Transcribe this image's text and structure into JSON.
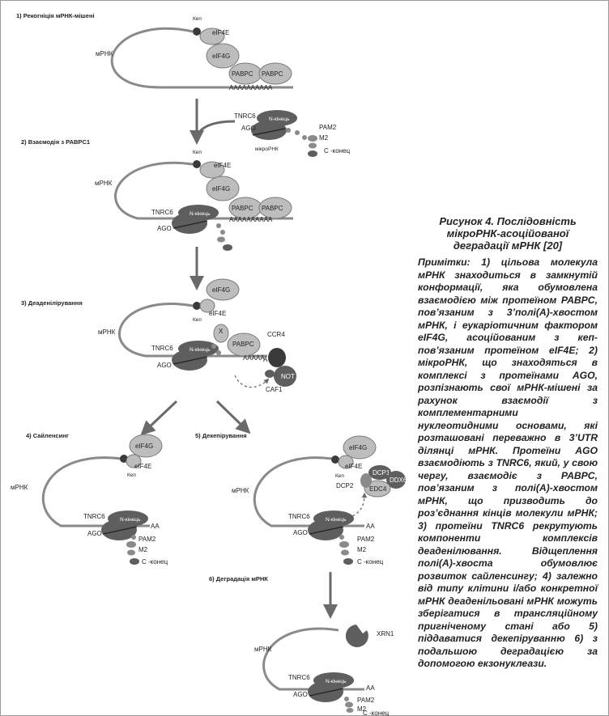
{
  "steps": {
    "s1": "1)  Рекогніція мРНК-мішені",
    "s2": "2)  Взаємодія з PABPC1",
    "s3": "3)  Деаденілірування",
    "s4": "4)  Сайленсинг",
    "s5": "5)  Декепірування",
    "s6": "6)  Деградація мРНК"
  },
  "labels": {
    "mrna": "мРНК",
    "cap": "Кеп",
    "eif4e": "eIF4E",
    "eif4g": "eIF4G",
    "pabpc": "PABPC",
    "polyA": "AAAAAAAAAA",
    "polyA_short": "AA",
    "tnrc6": "TNRC6",
    "n_term": "N-кінець",
    "ago": "AGO",
    "pam2": "PAM2",
    "m2": "M2",
    "c_term": "C -конец",
    "mirna": "мікроРНК",
    "x": "X",
    "ccr4": "CCR4",
    "not": "NOT",
    "caf1": "CAF1",
    "a_tail": "AAAAA",
    "a_end": "A",
    "dcp2": "DCP2",
    "dcp1": "DCP1",
    "ddx6": "DDX6",
    "edc4": "EDC4",
    "xrn1": "XRN1"
  },
  "caption": {
    "title": "Рисунок 4. Послідовність мікроРНК-асоційованої деградації мРНК [20]",
    "notes": "Примітки: 1) цільова молекула мРНК знаходиться в замкнутій конформації, яка обумовлена взаємодією між протеїном PABPC, пов’язаним з 3’полі(А)-хвостом мРНК, і еукаріотичним фактором eIF4G, асоційованим з кеп-пов’язаним протеїном eIF4E; 2) мікроРНК, що знаходяться в комплексі з протеїнами AGO, розпізнають свої мРНК-мішені за рахунок взаємодії з комплементарними нуклеотидними основами, які розташовані переважно в 3’UTR ділянці мРНК. Протеїни AGO взаємодіють з TNRC6, який, у свою чергу, взаємодіє з PABPC, пов’язаним з полі(А)-хвостом мРНК, що призводить до роз’єднання кінців молекули мРНК; 3) протеїни TNRC6 рекрутують компоненти комплексів деаденілювання. Відщеплення полі(А)-хвоста обумовлює розвиток сайленсингу; 4) залежно від типу клітини і/або конкретної мРНК деаденільовані мРНК можуть зберігатися в трансляційному пригніченому стані або 5) піддаватися декепіруванню 6) з подальшою деградацією за допомогою екзонуклеази."
  },
  "colors": {
    "strand": "#8a8a8a",
    "light_protein": "#bdbdbd",
    "dark_protein": "#5e5e5e",
    "cap": "#3a3a3a",
    "outline": "#7a7a7a"
  }
}
